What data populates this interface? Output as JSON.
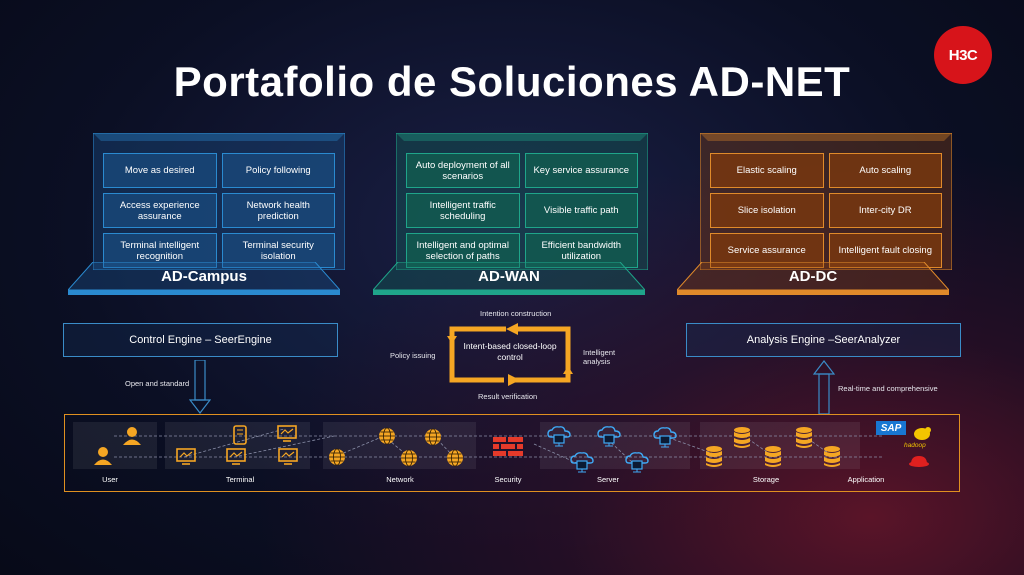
{
  "title": "Portafolio de Soluciones AD-NET",
  "logo": "H3C",
  "panels": [
    {
      "name": "AD-Campus",
      "color": "#2a8ad0",
      "items": [
        "Move as desired",
        "Policy following",
        "Access experience assurance",
        "Network health prediction",
        "Terminal intelligent recognition",
        "Terminal security isolation"
      ]
    },
    {
      "name": "AD-WAN",
      "color": "#1fa58a",
      "items": [
        "Auto deployment of all scenarios",
        "Key service assurance",
        "Intelligent traffic scheduling",
        "Visible traffic path",
        "Intelligent and optimal selection of paths",
        "Efficient bandwidth utilization"
      ]
    },
    {
      "name": "AD-DC",
      "color": "#e08a2a",
      "items": [
        "Elastic scaling",
        "Auto scaling",
        "Slice isolation",
        "Inter-city DR",
        "Service assurance",
        "Intelligent fault closing"
      ]
    }
  ],
  "engines": {
    "control": "Control Engine – SeerEngine",
    "analysis": "Analysis Engine –SeerAnalyzer"
  },
  "loop": {
    "center": "Intent-based closed-loop control",
    "top": "Intention construction",
    "left": "Policy issuing",
    "right": "Intelligent analysis",
    "bottom": "Result verification"
  },
  "arrows": {
    "down": "Open and standard",
    "up": "Real-time and comprehensive"
  },
  "categories": [
    "User",
    "Terminal",
    "Network",
    "Security",
    "Server",
    "Storage",
    "Application"
  ],
  "apps": {
    "sap": "SAP",
    "hadoop": "hadoop"
  },
  "colors": {
    "accent_orange": "#f5a623",
    "campus_blue": "#2a8ad0",
    "wan_green": "#1fa58a",
    "dc_orange": "#e08a2a",
    "logo_red": "#d7141a"
  },
  "icons": [
    "user-icon",
    "terminal-icon",
    "globe-icon",
    "firewall-icon",
    "cloud-server-icon",
    "database-icon",
    "sap-logo",
    "hadoop-logo",
    "redhat-logo"
  ]
}
